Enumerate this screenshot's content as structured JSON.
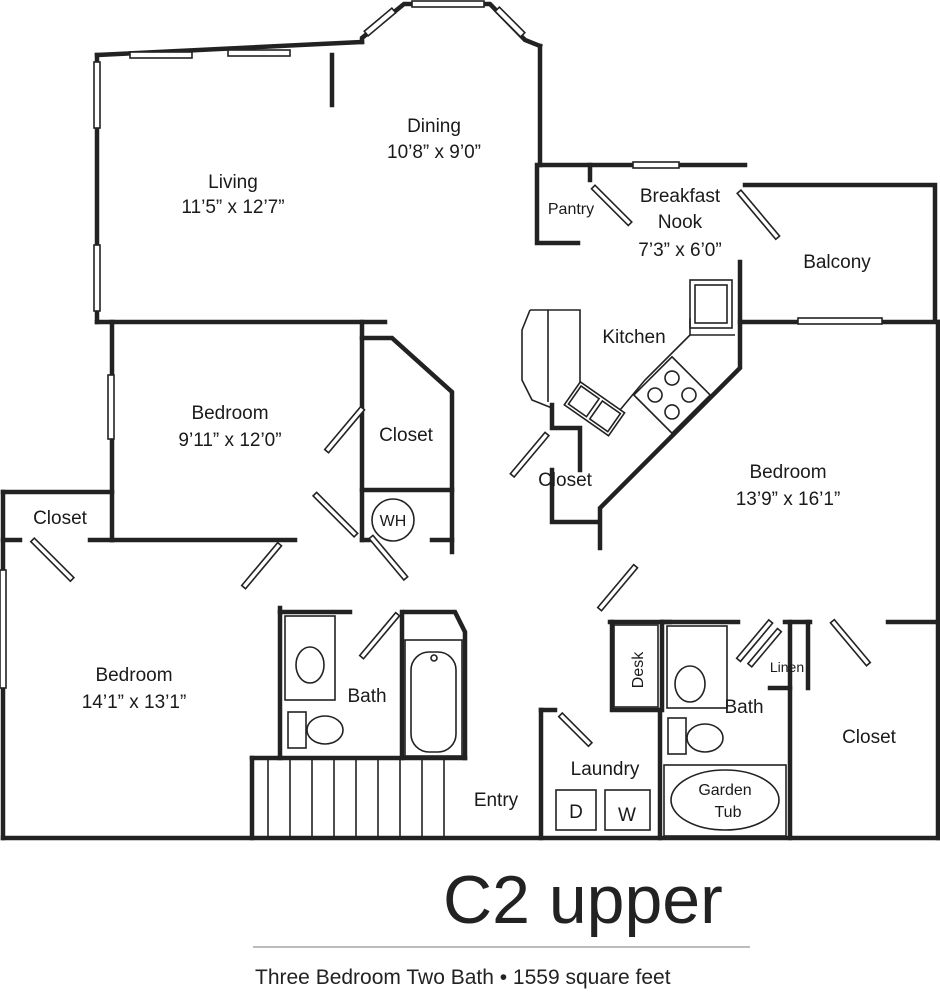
{
  "plan": {
    "title": "C2 upper",
    "subtitle": "Three Bedroom Two Bath • 1559 square feet"
  },
  "rooms": {
    "living": {
      "name": "Living",
      "dims": "11’5” x 12’7”"
    },
    "dining": {
      "name": "Dining",
      "dims": "10’8” x 9’0”"
    },
    "pantry": {
      "name": "Pantry"
    },
    "breakfast_nook": {
      "name_line1": "Breakfast",
      "name_line2": "Nook",
      "dims": "7’3” x 6’0”"
    },
    "balcony": {
      "name": "Balcony"
    },
    "kitchen": {
      "name": "Kitchen"
    },
    "bedroom_2": {
      "name": "Bedroom",
      "dims": "9’11” x 12’0”"
    },
    "closet_2": {
      "name": "Closet"
    },
    "water_heater": {
      "name": "WH"
    },
    "closet_kitchen": {
      "name": "Closet"
    },
    "bedroom_master": {
      "name": "Bedroom",
      "dims": "13’9” x 16’1”"
    },
    "closet_3": {
      "name": "Closet"
    },
    "bedroom_3": {
      "name": "Bedroom",
      "dims": "14’1” x 13’1”"
    },
    "bath_1": {
      "name": "Bath"
    },
    "desk": {
      "name": "Desk"
    },
    "bath_2": {
      "name": "Bath"
    },
    "linen": {
      "name": "Linen"
    },
    "closet_master": {
      "name": "Closet"
    },
    "laundry": {
      "name": "Laundry",
      "dryer": "D",
      "washer": "W"
    },
    "entry": {
      "name": "Entry"
    },
    "garden_tub": {
      "name_line1": "Garden",
      "name_line2": "Tub"
    }
  }
}
